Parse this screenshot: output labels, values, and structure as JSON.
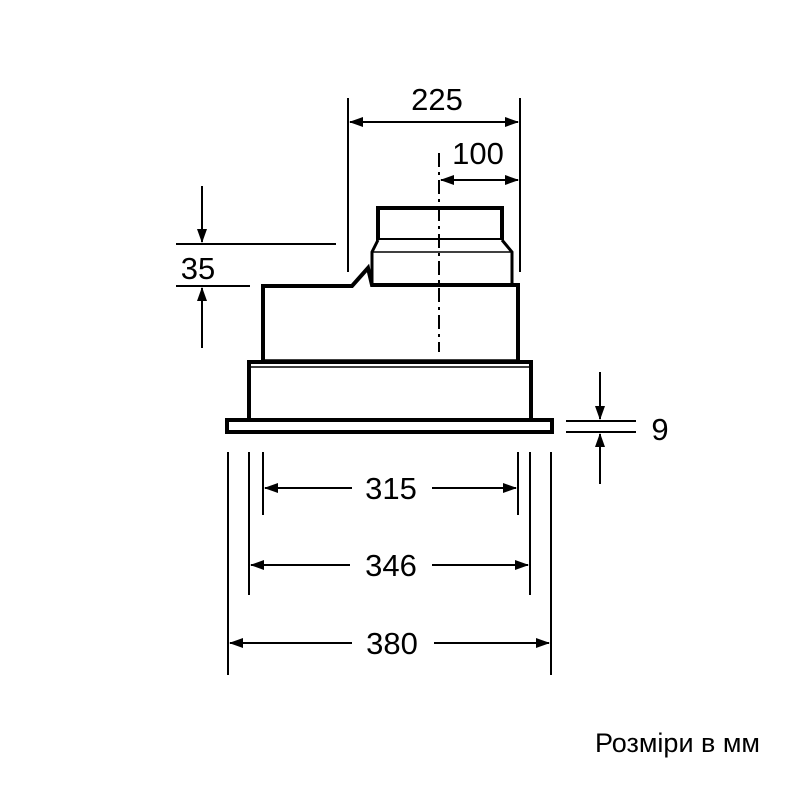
{
  "diagram": {
    "dimensions": {
      "top_overall_width": "225",
      "duct_offset": "100",
      "step_height": "35",
      "flange_thickness": "9",
      "inner_body_width": "315",
      "outer_body_width": "346",
      "flange_width": "380"
    },
    "caption": "Розміри в мм",
    "colors": {
      "line": "#000000",
      "background": "#ffffff",
      "body_fill": "#ffffff"
    }
  }
}
